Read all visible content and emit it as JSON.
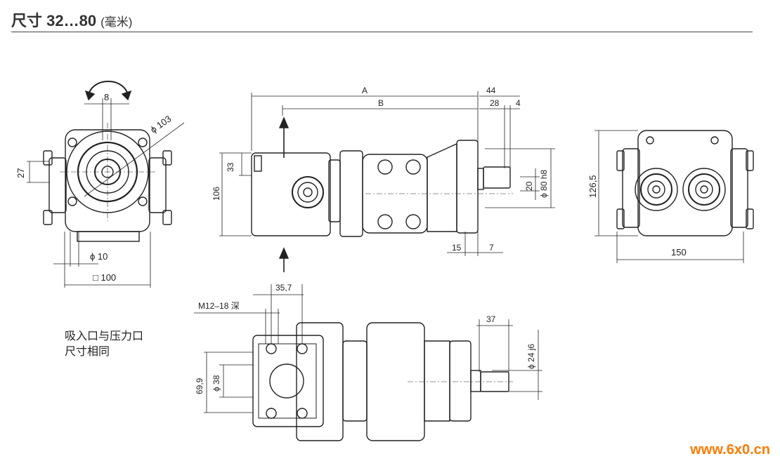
{
  "header": {
    "title": "尺寸 32…80",
    "unit": "(毫米)"
  },
  "note_lines": [
    "吸入口与压力口",
    "尺寸相同"
  ],
  "watermark": "www.6x0.cn",
  "front_view": {
    "d8": "8",
    "d103": "ϕ 103",
    "d27": "27",
    "d10": "ϕ 10",
    "d100": "□ 100"
  },
  "side_view": {
    "A": "A",
    "B": "B",
    "d44": "44",
    "d28": "28",
    "d4": "4",
    "d33": "33",
    "d106": "106",
    "d20": "20",
    "d80": "ϕ 80 h8",
    "d15": "15",
    "d7": "7"
  },
  "rear_view": {
    "d126": "126,5",
    "d150": "150"
  },
  "bottom_view": {
    "d35": "35,7",
    "thread": "M12–18 深",
    "d69": "69,9",
    "d38": "ϕ 38",
    "d37": "37",
    "d24": "ϕ 24 j6"
  }
}
